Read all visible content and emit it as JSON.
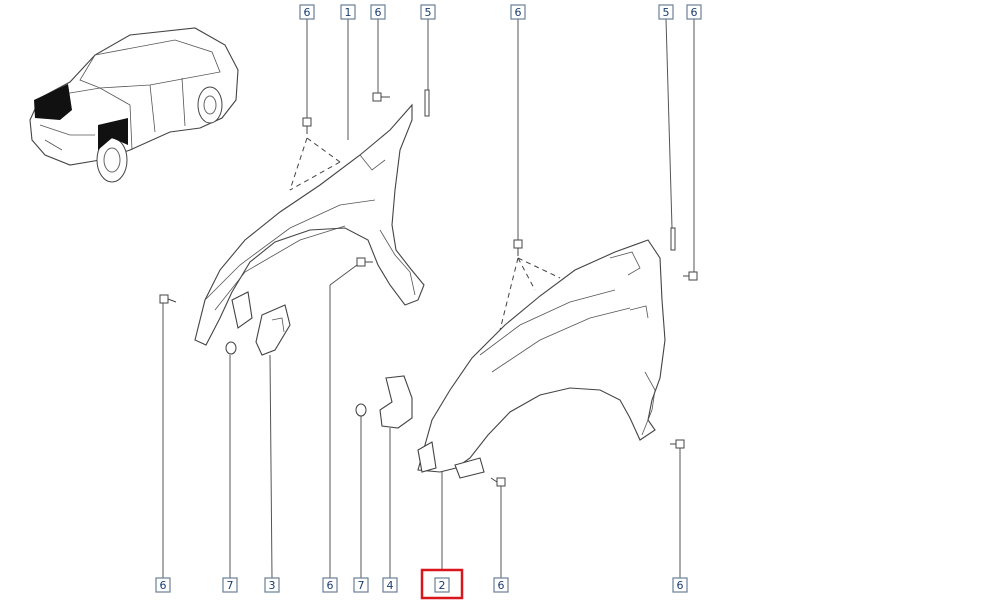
{
  "diagram": {
    "callouts_top": [
      "6",
      "1",
      "6",
      "5",
      "6",
      "5",
      "6"
    ],
    "callouts_bottom": [
      "6",
      "7",
      "3",
      "6",
      "7",
      "4",
      "2",
      "6",
      "6"
    ],
    "highlight_color": "#d9161c"
  }
}
